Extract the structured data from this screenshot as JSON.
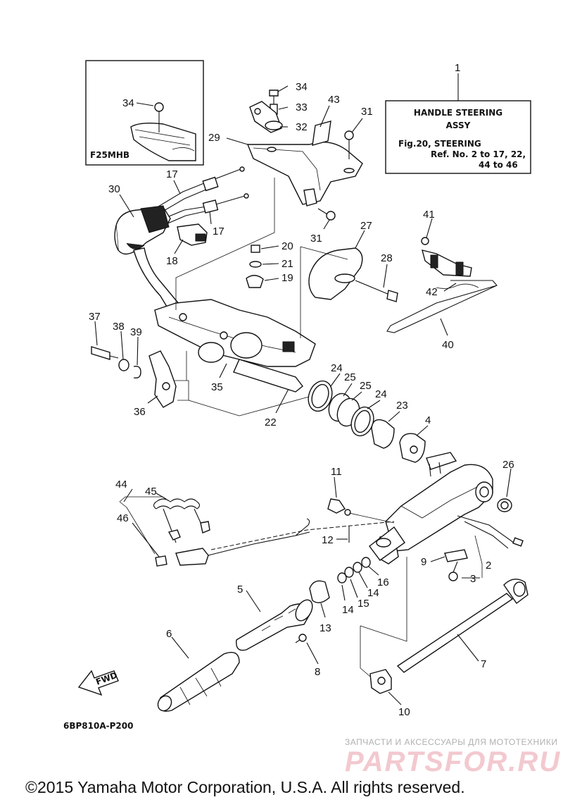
{
  "title_box": {
    "line1": "HANDLE STEERING",
    "line2": "ASSY",
    "line3": "Fig.20, STEERING",
    "line4": "Ref. No. 2 to 17, 22,",
    "line5": "44 to 46"
  },
  "inset_label": "F25MHB",
  "fwd_label": "FWD",
  "diagram_code": "6BP810A-P200",
  "watermark": {
    "line1": "ЗАПЧАСТИ И АКСЕССУАРЫ ДЛЯ МОТОТЕХНИКИ",
    "line2": "PARTSFOR.RU"
  },
  "copyright": "©2015 Yamaha Motor Corporation, U.S.A. All rights reserved.",
  "callouts": {
    "n1": "1",
    "n2": "2",
    "n3": "3",
    "n4": "4",
    "n5": "5",
    "n6": "6",
    "n7": "7",
    "n8": "8",
    "n9": "9",
    "n10": "10",
    "n11": "11",
    "n12": "12",
    "n13": "13",
    "n14a": "14",
    "n14b": "14",
    "n15": "15",
    "n16": "16",
    "n17a": "17",
    "n17b": "17",
    "n18": "18",
    "n19": "19",
    "n20": "20",
    "n21": "21",
    "n22": "22",
    "n23": "23",
    "n24a": "24",
    "n24b": "24",
    "n25a": "25",
    "n25b": "25",
    "n26": "26",
    "n27": "27",
    "n28": "28",
    "n29": "29",
    "n30": "30",
    "n31a": "31",
    "n31b": "31",
    "n32": "32",
    "n33": "33",
    "n34a": "34",
    "n34b": "34",
    "n35": "35",
    "n36": "36",
    "n37": "37",
    "n38": "38",
    "n39": "39",
    "n40": "40",
    "n41": "41",
    "n42": "42",
    "n43": "43",
    "n44": "44",
    "n45": "45",
    "n46": "46"
  }
}
